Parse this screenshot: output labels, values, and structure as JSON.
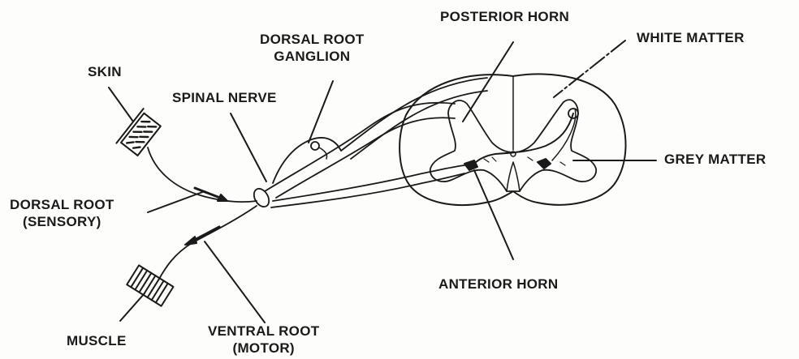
{
  "labels": {
    "skin": "SKIN",
    "dorsal_root_ganglion": [
      "DORSAL ROOT",
      "GANGLION"
    ],
    "spinal_nerve": "SPINAL NERVE",
    "posterior_horn": "POSTERIOR HORN",
    "white_matter": "WHITE MATTER",
    "grey_matter": "GREY MATTER",
    "dorsal_root": [
      "DORSAL ROOT",
      "(SENSORY)"
    ],
    "anterior_horn": "ANTERIOR HORN",
    "muscle": "MUSCLE",
    "ventral_root": [
      "VENTRAL ROOT",
      "(MOTOR)"
    ]
  },
  "colors": {
    "ink": "#1a1a1a",
    "paper": "#fdfdfb"
  }
}
